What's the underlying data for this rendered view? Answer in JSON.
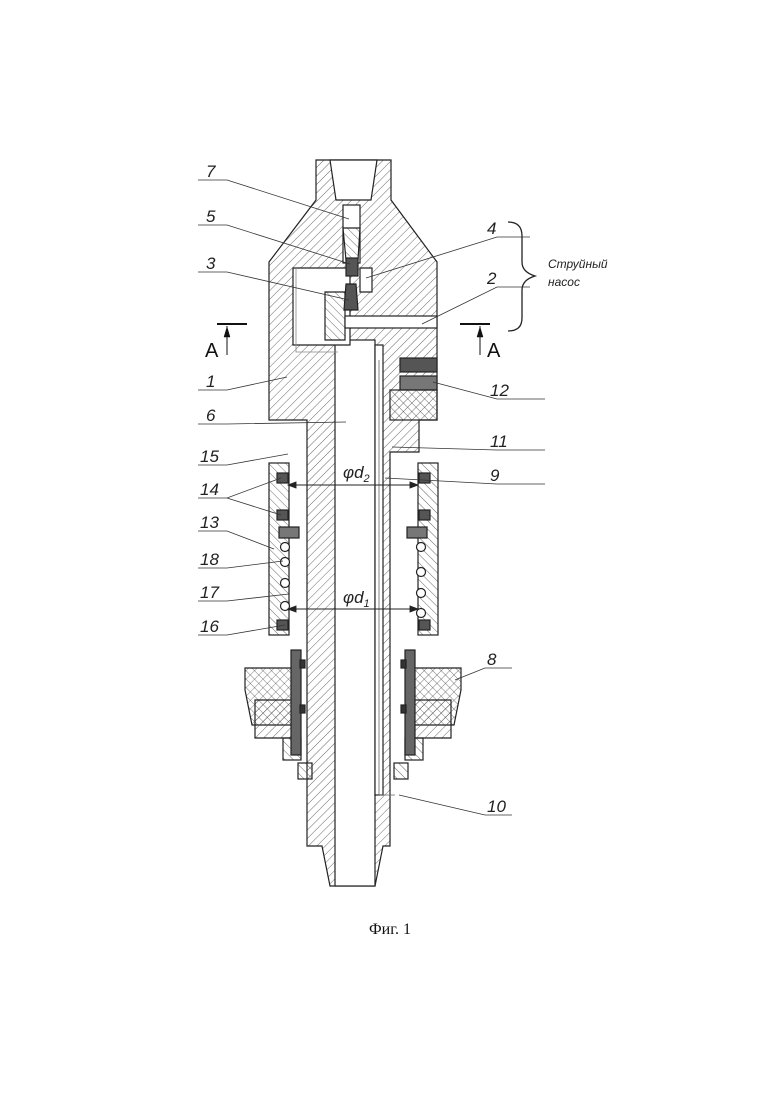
{
  "labels": [
    "7",
    "5",
    "4",
    "3",
    "2",
    "1",
    "6",
    "15",
    "14",
    "13",
    "18",
    "17",
    "16",
    "12",
    "11",
    "9",
    "8",
    "10"
  ],
  "pump_annotation": [
    "Струйный",
    "насос"
  ],
  "section_letter": "А",
  "diameter_marks": [
    {
      "base": "φd",
      "sub": "2"
    },
    {
      "base": "φd",
      "sub": "1"
    }
  ],
  "caption": "Фиг. 1"
}
